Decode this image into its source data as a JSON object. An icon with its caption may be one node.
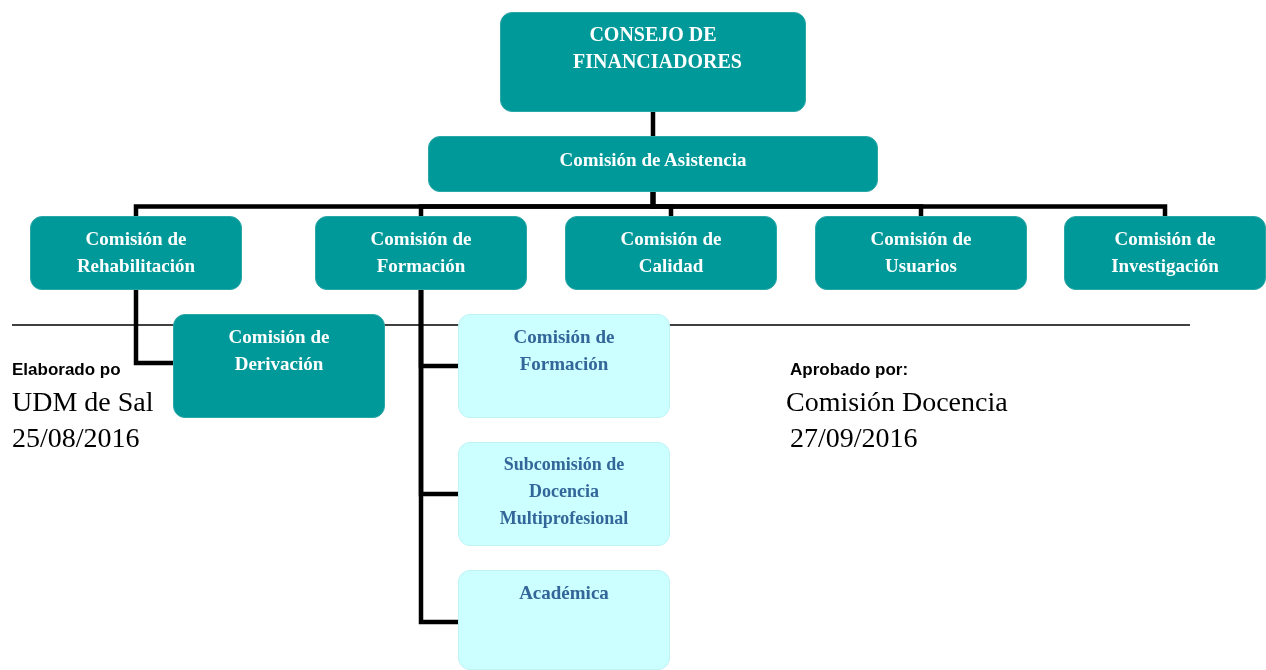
{
  "diagram": {
    "nodes": [
      {
        "text": [
          "CONSEJO DE FINANCIADORES"
        ]
      },
      {
        "text": [
          "Comisión de Asistencia"
        ]
      },
      {
        "text": [
          "Comisión de Rehabilitación"
        ]
      },
      {
        "text": [
          "Comisión de Formación"
        ]
      },
      {
        "text": [
          "Comisión de Calidad"
        ]
      },
      {
        "text": [
          "Comisión de Usuarios"
        ]
      },
      {
        "text": [
          "Comisión de Investigación"
        ]
      },
      {
        "text": [
          "Comisión de Derivación"
        ]
      },
      {
        "text": [
          "Comisión de Formación"
        ]
      },
      {
        "text": [
          "Subcomisión de Docencia Multiprofesional"
        ]
      },
      {
        "text": [
          "Académica"
        ]
      }
    ],
    "edges": [
      {
        "from": 0,
        "to": 1,
        "arrow": "none"
      },
      {
        "from": 1,
        "to": 2,
        "arrow": "none"
      },
      {
        "from": 1,
        "to": 3,
        "arrow": "none"
      },
      {
        "from": 1,
        "to": 4,
        "arrow": "none"
      },
      {
        "from": 1,
        "to": 5,
        "arrow": "none"
      },
      {
        "from": 1,
        "to": 6,
        "arrow": "none"
      },
      {
        "from": 2,
        "to": 7,
        "arrow": "none"
      },
      {
        "from": 3,
        "to": 8,
        "arrow": "none"
      },
      {
        "from": 3,
        "to": 9,
        "arrow": "none"
      },
      {
        "from": 3,
        "to": 10,
        "arrow": "none"
      }
    ],
    "labels": [
      "Elaborado po",
      "UDM de Sal",
      "25/08/2016",
      "Aprobado por:",
      "Comisión Docencia",
      "27/09/2016"
    ]
  }
}
